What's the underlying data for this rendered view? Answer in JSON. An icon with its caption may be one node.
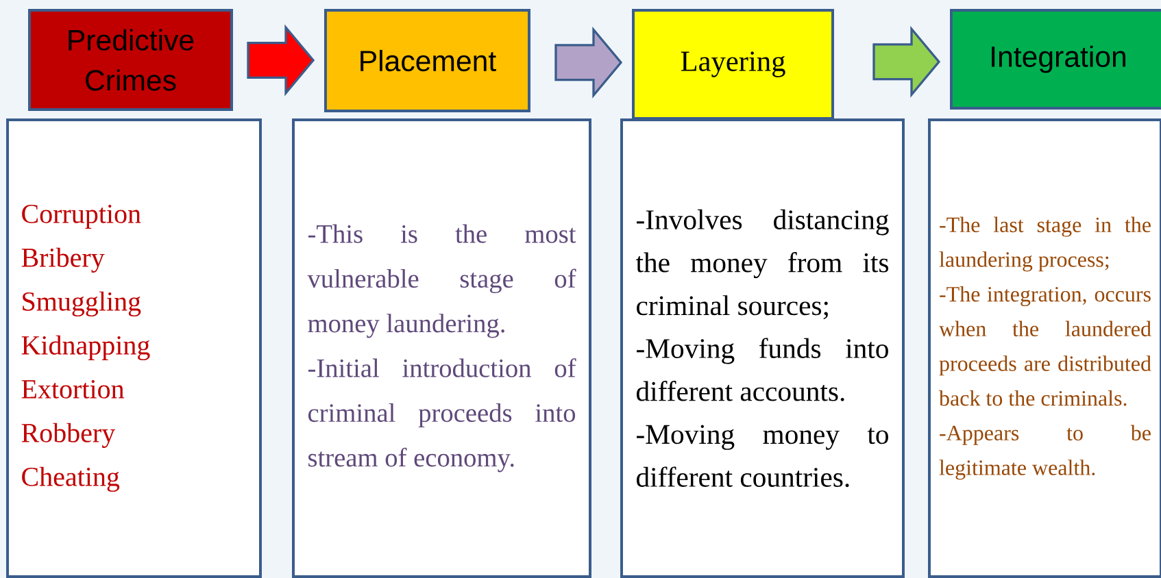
{
  "diagram": {
    "nodes": [
      {
        "text": [
          "Predictive Crimes"
        ]
      },
      {
        "text": [
          "Placement"
        ]
      },
      {
        "text": [
          "Layering"
        ]
      },
      {
        "text": [
          "Integration"
        ]
      },
      {
        "text": [
          "Corruption",
          "Bribery",
          "Smuggling",
          "Kidnapping",
          "Extortion",
          "Robbery",
          "Cheating"
        ]
      },
      {
        "text": [
          "-This is the most vulnerable stage of money laundering.",
          "-Initial introduction of criminal proceeds into stream of economy."
        ]
      },
      {
        "text": [
          "-Involves distancing the money from its criminal sources;",
          "-Moving funds into different accounts.",
          "-Moving money to different countries."
        ]
      },
      {
        "text": [
          "-The last stage in the laundering process;",
          "-The integration, occurs when the laundered proceeds are distributed back to the criminals.",
          "-Appears to be legitimate wealth."
        ]
      }
    ],
    "edges": [
      {
        "from": 0,
        "to": 1,
        "arrow": "to",
        "color": "#ff0000"
      },
      {
        "from": 1,
        "to": 2,
        "arrow": "to",
        "color": "#b3a2c7"
      },
      {
        "from": 2,
        "to": 3,
        "arrow": "to",
        "color": "#92d050"
      }
    ]
  }
}
